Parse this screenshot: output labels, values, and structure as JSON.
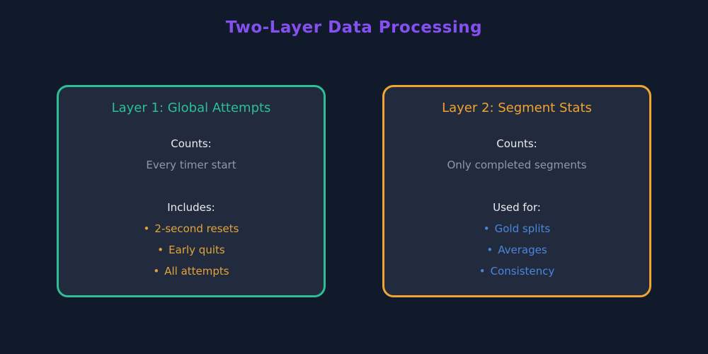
{
  "title": "Two-Layer Data Processing",
  "bullet_char": "•",
  "colors": {
    "background": "#111a2b",
    "card_background": "#222b3d",
    "title_purple": "#8450f0",
    "layer1_accent_teal": "#2dbe96",
    "layer2_accent_orange": "#f0a431",
    "layer1_bullet_orange": "#e2a33c",
    "layer2_bullet_blue": "#4a86db",
    "label_white": "#e9ecf1",
    "detail_gray": "#9099a8"
  },
  "cards": [
    {
      "title": "Layer 1: Global Attempts",
      "sections": [
        {
          "label": "Counts:",
          "detail": "Every timer start"
        },
        {
          "label": "Includes:",
          "bullets": [
            "2-second resets",
            "Early quits",
            "All attempts"
          ]
        }
      ]
    },
    {
      "title": "Layer 2: Segment Stats",
      "sections": [
        {
          "label": "Counts:",
          "detail": "Only completed segments"
        },
        {
          "label": "Used for:",
          "bullets": [
            "Gold splits",
            "Averages",
            "Consistency"
          ]
        }
      ]
    }
  ]
}
